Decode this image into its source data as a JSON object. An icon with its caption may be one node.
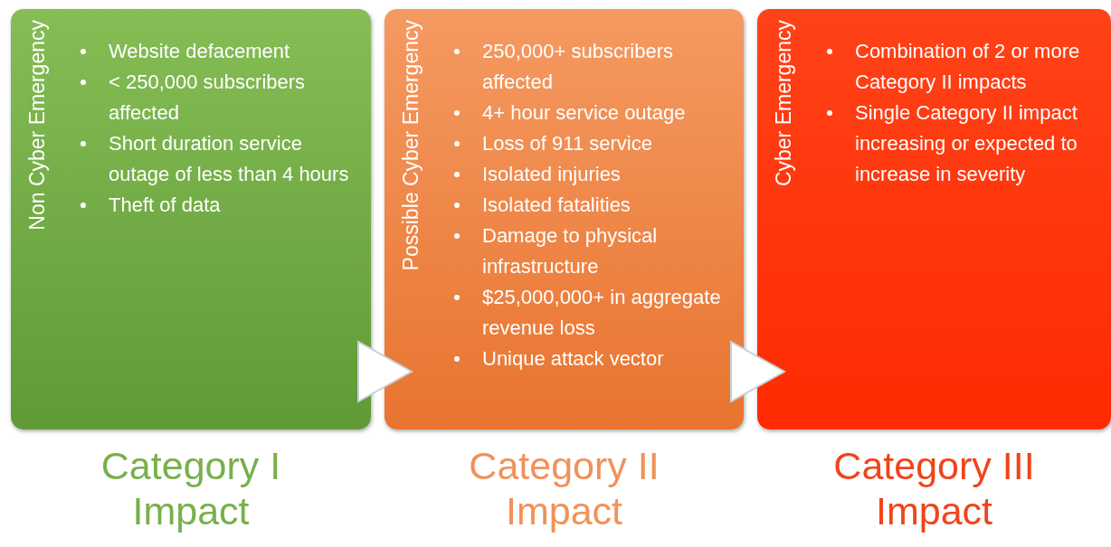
{
  "diagram": {
    "nodes": [
      {
        "text": [
          "Non Cyber Emergency",
          "Website defacement",
          "< 250,000 subscribers affected",
          "Short duration service outage of less than 4 hours",
          "Theft of data"
        ],
        "beside": [
          "Category I Impact"
        ]
      },
      {
        "text": [
          "Possible Cyber Emergency",
          "250,000+ subscribers affected",
          "4+ hour service outage",
          "Loss of 911 service",
          "Isolated injuries",
          "Isolated fatalities",
          "Damage to physical infrastructure",
          "$25,000,000+ in aggregate revenue loss",
          "Unique attack vector"
        ],
        "beside": [
          "Category II Impact"
        ]
      },
      {
        "text": [
          "Cyber Emergency",
          "Combination of 2 or more Category II impacts",
          "Single Category II impact increasing or expected to increase in severity"
        ],
        "beside": [
          "Category III Impact"
        ]
      }
    ],
    "edges": [
      {
        "from": 0,
        "to": 1,
        "arrow": "to"
      },
      {
        "from": 1,
        "to": 2,
        "arrow": "to"
      }
    ]
  }
}
